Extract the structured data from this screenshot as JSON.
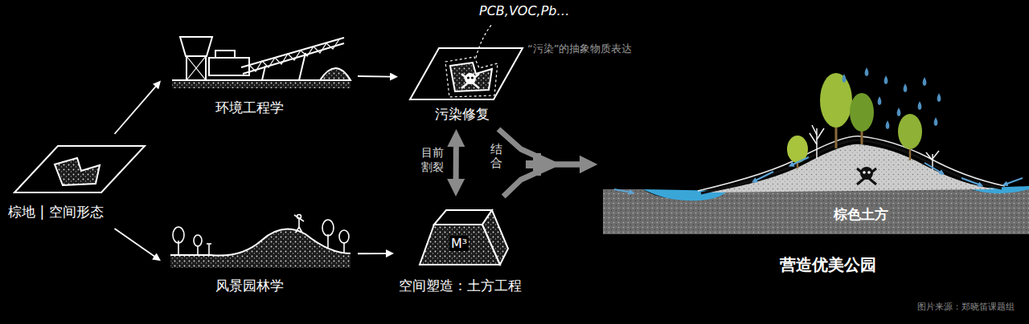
{
  "diagram": {
    "caption": "图片来源：郑晓笛课题组",
    "nodes": [
      {
        "text": [
          "棕地 | 空间形态"
        ]
      },
      {
        "text": [
          "环境工程学"
        ]
      },
      {
        "text": [
          "风景园林学"
        ]
      },
      {
        "text": [
          "污染修复"
        ]
      },
      {
        "text": [
          "空间塑造：土方工程"
        ]
      },
      {
        "text": [
          "棕色土方",
          "营造优美公园"
        ]
      }
    ],
    "edges": [
      {
        "from": 0,
        "to": 1,
        "arrow": "to"
      },
      {
        "from": 0,
        "to": 2,
        "arrow": "to"
      },
      {
        "from": 1,
        "to": 3,
        "arrow": "to"
      },
      {
        "from": 2,
        "to": 4,
        "arrow": "to"
      },
      {
        "from": 3,
        "to": 4,
        "label": "目前 割裂",
        "arrow": "both"
      },
      {
        "from": 3,
        "to": 5,
        "arrow": "to"
      },
      {
        "from": 4,
        "to": 5,
        "arrow": "to"
      }
    ],
    "labels": [
      "PCB,VOC,Pb…",
      "“污染”的抽象物质表达",
      "M³",
      "结合"
    ]
  }
}
